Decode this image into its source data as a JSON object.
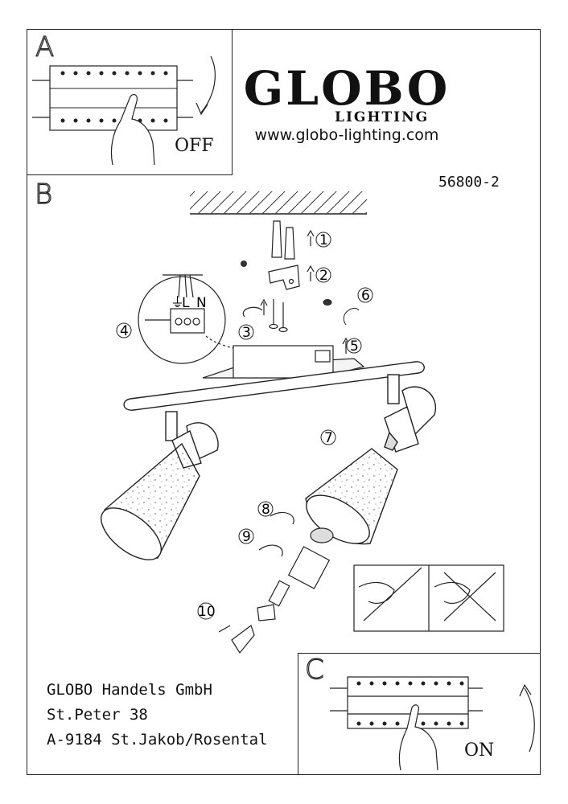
{
  "logo": {
    "brand": "GLOBO",
    "tagline": "LIGHTING"
  },
  "website": "www.globo-lighting.com",
  "article_number": "56800-2",
  "panels": {
    "a": {
      "letter": "A",
      "caption": "OFF"
    },
    "b": {
      "letter": "B"
    },
    "c": {
      "letter": "C",
      "caption": "ON"
    }
  },
  "steps": [
    "1",
    "2",
    "3",
    "4",
    "5",
    "6",
    "7",
    "8",
    "9",
    "10"
  ],
  "wiring_labels": {
    "earth": "⏚",
    "live": "L",
    "neutral": "N"
  },
  "address": {
    "company": "GLOBO Handels GmbH",
    "street": "St.Peter 38",
    "city": "A-9184 St.Jakob/Rosental"
  }
}
